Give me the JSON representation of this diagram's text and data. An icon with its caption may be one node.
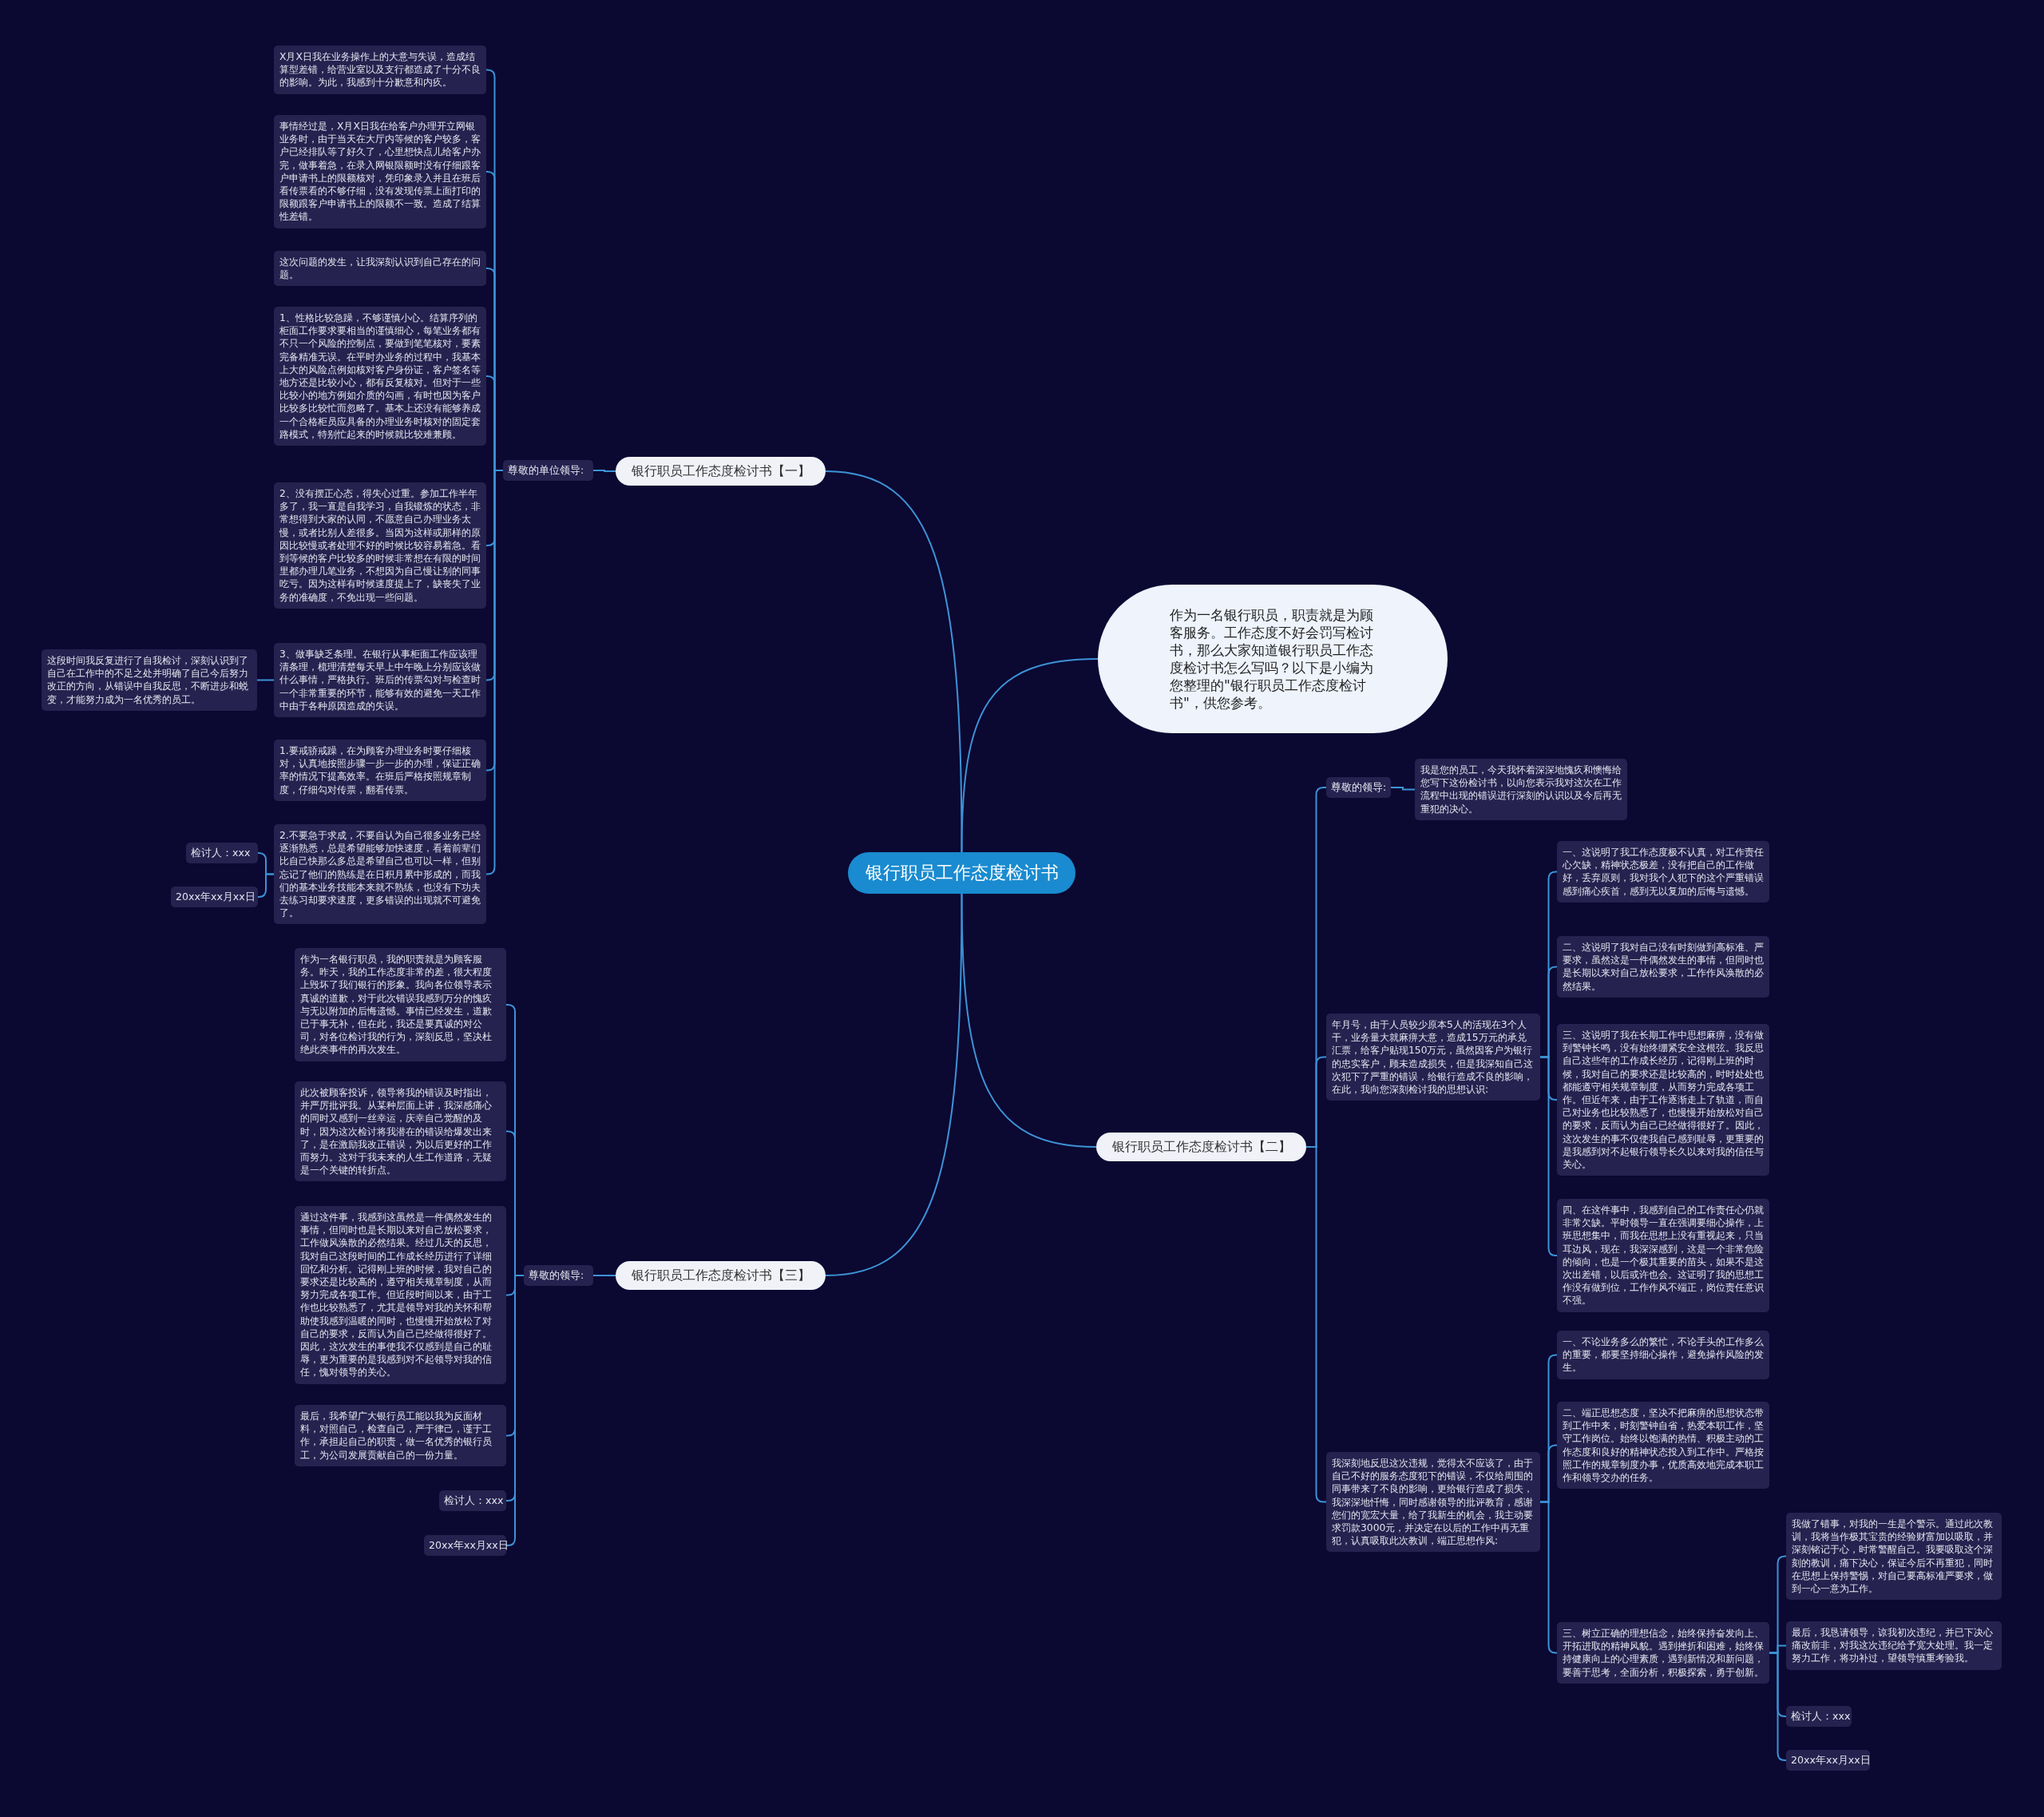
{
  "diagram": {
    "nodes": [
      {
        "text": [
          "银行职员工作态度检讨书"
        ]
      },
      {
        "text": [
          "作为一名银行职员，职责就是为顾客服务。工作态度不好会罚写检讨书，那么大家知道银行职员工作态度检讨书怎么写吗？以下是小编为您整理的\"银行职员工作态度检讨书\"，供您参考。"
        ]
      },
      {
        "text": [
          "银行职员工作态度检讨书【一】"
        ]
      },
      {
        "text": [
          "尊敬的单位领导:"
        ]
      },
      {
        "text": [
          "X月X日我在业务操作上的大意与失误，造成结算型差错，给营业室以及支行都造成了十分不良的影响。为此，我感到十分歉意和内疚。"
        ]
      },
      {
        "text": [
          "事情经过是，X月X日我在给客户办理开立网银业务时，由于当天在大厅内等候的客户较多，客户已经排队等了好久了，心里想快点儿给客户办完，做事着急，在录入网银限额时没有仔细跟客户申请书上的限额核对，凭印象录入并且在班后看传票看的不够仔细，没有发现传票上面打印的限额跟客户申请书上的限额不一致。造成了结算性差错。"
        ]
      },
      {
        "text": [
          "这次问题的发生，让我深刻认识到自己存在的问题。"
        ]
      },
      {
        "text": [
          "1、性格比较急躁，不够谨慎小心。结算序列的柜面工作要求要相当的谨慎细心，每笔业务都有不只一个风险的控制点，要做到笔笔核对，要素完备精准无误。在平时办业务的过程中，我基本上大的风险点例如核对客户身份证，客户签名等地方还是比较小心，都有反复核对。但对于一些比较小的地方例如介质的勾画，有时也因为客户比较多比较忙而忽略了。基本上还没有能够养成一个合格柜员应具备的办理业务时核对的固定套路模式，特别忙起来的时候就比较难兼顾。"
        ]
      },
      {
        "text": [
          "2、没有摆正心态，得失心过重。参加工作半年多了，我一直是自我学习，自我锻炼的状态，非常想得到大家的认同，不愿意自己办理业务太慢，或者比别人差很多。当因为这样或那样的原因比较慢或者处理不好的时候比较容易着急。看到等候的客户比较多的时候非常想在有限的时间里都办理几笔业务，不想因为自己慢让别的同事吃亏。因为这样有时候速度提上了，缺丧失了业务的准确度，不免出现一些问题。"
        ]
      },
      {
        "text": [
          "3、做事缺乏条理。在银行从事柜面工作应该理清条理，梳理清楚每天早上中午晚上分别应该做什么事情，严格执行。班后的传票勾对与检查时一个非常重要的环节，能够有效的避免一天工作中由于各种原因造成的失误。"
        ]
      },
      {
        "text": [
          "1.要戒骄戒躁，在为顾客办理业务时要仔细核对，认真地按照步骤一步一步的办理，保证正确率的情况下提高效率。在班后严格按照规章制度，仔细勾对传票，翻看传票。"
        ]
      },
      {
        "text": [
          "2.不要急于求成，不要自认为自己很多业务已经逐渐熟悉，总是希望能够加快速度，看着前辈们比自己快那么多总是希望自己也可以一样，但别忘记了他们的熟练是在日积月累中形成的，而我们的基本业务技能本来就不熟练，也没有下功夫去练习却要求速度，更多错误的出现就不可避免了。"
        ]
      },
      {
        "text": [
          "这段时间我反复进行了自我检讨，深刻认识到了自己在工作中的不足之处并明确了自己今后努力改正的方向，从错误中自我反思，不断进步和蜕变，才能努力成为一名优秀的员工。"
        ]
      },
      {
        "text": [
          "检讨人：xxx"
        ]
      },
      {
        "text": [
          "20xx年xx月xx日"
        ]
      },
      {
        "text": [
          "银行职员工作态度检讨书【二】"
        ]
      },
      {
        "text": [
          "尊敬的领导:"
        ]
      },
      {
        "text": [
          "我是您的员工，今天我怀着深深地愧疚和懊悔给您写下这份检讨书，以向您表示我对这次在工作流程中出现的错误进行深刻的认识以及今后再无重犯的决心。"
        ]
      },
      {
        "text": [
          "年月号，由于人员较少原本5人的活现在3个人干，业务量大就麻痹大意，造成15万元的承兑汇票，给客户贴现150万元，虽然因客户为银行的忠实客户，顾未造成损失，但是我深知自己这次犯下了严重的错误，给银行造成不良的影响，在此，我向您深刻检讨我的思想认识:"
        ]
      },
      {
        "text": [
          "一、这说明了我工作态度极不认真，对工作责任心欠缺，精神状态极差，没有把自己的工作做好，丢弃原则，我对我个人犯下的这个严重错误感到痛心疾首，感到无以复加的后悔与遗憾。"
        ]
      },
      {
        "text": [
          "二、这说明了我对自己没有时刻做到高标准、严要求，虽然这是一件偶然发生的事情，但同时也是长期以来对自己放松要求，工作作风涣散的必然结果。"
        ]
      },
      {
        "text": [
          "三、这说明了我在长期工作中思想麻痹，没有做到警钟长鸣，没有始终绷紧安全这根弦。我反思自己这些年的工作成长经历，记得刚上班的时候，我对自己的要求还是比较高的，时时处处也都能遵守相关规章制度，从而努力完成各项工作。但近年来，由于工作逐渐走上了轨道，而自己对业务也比较熟悉了，也慢慢开始放松对自己的要求，反而认为自己已经做得很好了。因此，这次发生的事不仅使我自己感到耻辱，更重要的是我感到对不起银行领导长久以来对我的信任与关心。"
        ]
      },
      {
        "text": [
          "四、在这件事中，我感到自己的工作责任心仍就非常欠缺。平时领导一直在强调要细心操作，上班思想集中，而我在思想上没有重视起来，只当耳边风，现在，我深深感到，这是一个非常危险的倾向，也是一个极其重要的苗头，如果不是这次出差错，以后或许也会。这证明了我的思想工作没有做到位，工作作风不端正，岗位责任意识不强。"
        ]
      },
      {
        "text": [
          "我深刻地反思这次违规，觉得太不应该了，由于自己不好的服务态度犯下的错误，不仅给周围的同事带来了不良的影响，更给银行造成了损失，我深深地忏悔，同时感谢领导的批评教育，感谢您们的宽宏大量，给了我新生的机会，我主动要求罚款3000元，并决定在以后的工作中再无重犯，认真吸取此次教训，端正思想作风:"
        ]
      },
      {
        "text": [
          "一、不论业务多么的繁忙，不论手头的工作多么的重要，都要坚持细心操作，避免操作风险的发生。"
        ]
      },
      {
        "text": [
          "二、端正思想态度，坚决不把麻痹的思想状态带到工作中来，时刻警钟自省，热爱本职工作，坚守工作岗位。始终以饱满的热情、积极主动的工作态度和良好的精神状态投入到工作中。严格按照工作的规章制度办事，优质高效地完成本职工作和领导交办的任务。"
        ]
      },
      {
        "text": [
          "三、树立正确的理想信念，始终保持奋发向上、开拓进取的精神风貌。遇到挫折和困难，始终保持健康向上的心理素质，遇到新情况和新问题，要善于思考，全面分析，积极探索，勇于创新。"
        ]
      },
      {
        "text": [
          "我做了错事，对我的一生是个警示。通过此次教训，我将当作极其宝贵的经验财富加以吸取，并深刻铭记于心，时常警醒自己。我要吸取这个深刻的教训，痛下决心，保证今后不再重犯，同时在思想上保持警惕，对自己要高标准严要求，做到一心一意为工作。"
        ]
      },
      {
        "text": [
          "最后，我恳请领导，谅我初次违纪，并已下决心痛改前非，对我这次违纪给予宽大处理。我一定努力工作，将功补过，望领导慎重考验我。"
        ]
      },
      {
        "text": [
          "检讨人：xxx"
        ]
      },
      {
        "text": [
          "20xx年xx月xx日"
        ]
      },
      {
        "text": [
          "银行职员工作态度检讨书【三】"
        ]
      },
      {
        "text": [
          "尊敬的领导:"
        ]
      },
      {
        "text": [
          "作为一名银行职员，我的职责就是为顾客服务。昨天，我的工作态度非常的差，很大程度上毁坏了我们银行的形象。我向各位领导表示真诚的道歉，对于此次错误我感到万分的愧疚与无以附加的后悔遗憾。事情已经发生，道歉已于事无补，但在此，我还是要真诚的对公司，对各位检讨我的行为，深刻反思，坚决杜绝此类事件的再次发生。"
        ]
      },
      {
        "text": [
          "此次被顾客投诉，领导将我的错误及时指出，并严厉批评我。从某种层面上讲，我深感痛心的同时又感到一丝幸运，庆幸自己觉醒的及时，因为这次检讨将我潜在的错误给爆发出来了，是在激励我改正错误，为以后更好的工作而努力。这对于我未来的人生工作道路，无疑是一个关键的转折点。"
        ]
      },
      {
        "text": [
          "通过这件事，我感到这虽然是一件偶然发生的事情，但同时也是长期以来对自己放松要求，工作做风涣散的必然结果。经过几天的反思，我对自己这段时间的工作成长经历进行了详细回忆和分析。记得刚上班的时候，我对自己的要求还是比较高的，遵守相关规章制度，从而努力完成各项工作。但近段时间以来，由于工作也比较熟悉了，尤其是领导对我的关怀和帮助使我感到温暖的同时，也慢慢开始放松了对自己的要求，反而认为自己已经做得很好了。因此，这次发生的事使我不仅感到是自己的耻辱，更为重要的是我感到对不起领导对我的信任，愧对领导的关心。"
        ]
      },
      {
        "text": [
          "最后，我希望广大银行员工能以我为反面材料，对照自己，检查自己，严于律己，谨于工作，承担起自己的职责，做一名优秀的银行员工，为公司发展贡献自己的一份力量。"
        ]
      },
      {
        "text": [
          "检讨人：xxx"
        ]
      },
      {
        "text": [
          "20xx年xx月xx日"
        ]
      }
    ],
    "edges": [
      {
        "from": 0,
        "to": 1,
        "arrow": "none"
      },
      {
        "from": 0,
        "to": 2,
        "arrow": "none"
      },
      {
        "from": 0,
        "to": 15,
        "arrow": "none"
      },
      {
        "from": 0,
        "to": 31,
        "arrow": "none"
      },
      {
        "from": 2,
        "to": 3,
        "arrow": "none"
      },
      {
        "from": 3,
        "to": 4,
        "arrow": "none"
      },
      {
        "from": 3,
        "to": 5,
        "arrow": "none"
      },
      {
        "from": 3,
        "to": 6,
        "arrow": "none"
      },
      {
        "from": 3,
        "to": 7,
        "arrow": "none"
      },
      {
        "from": 3,
        "to": 8,
        "arrow": "none"
      },
      {
        "from": 3,
        "to": 9,
        "arrow": "none"
      },
      {
        "from": 3,
        "to": 10,
        "arrow": "none"
      },
      {
        "from": 3,
        "to": 11,
        "arrow": "none"
      },
      {
        "from": 9,
        "to": 12,
        "arrow": "none"
      },
      {
        "from": 11,
        "to": 13,
        "arrow": "none"
      },
      {
        "from": 11,
        "to": 14,
        "arrow": "none"
      },
      {
        "from": 15,
        "to": 16,
        "arrow": "none"
      },
      {
        "from": 16,
        "to": 17,
        "arrow": "none"
      },
      {
        "from": 15,
        "to": 18,
        "arrow": "none"
      },
      {
        "from": 18,
        "to": 19,
        "arrow": "none"
      },
      {
        "from": 18,
        "to": 20,
        "arrow": "none"
      },
      {
        "from": 18,
        "to": 21,
        "arrow": "none"
      },
      {
        "from": 18,
        "to": 22,
        "arrow": "none"
      },
      {
        "from": 15,
        "to": 23,
        "arrow": "none"
      },
      {
        "from": 23,
        "to": 24,
        "arrow": "none"
      },
      {
        "from": 23,
        "to": 25,
        "arrow": "none"
      },
      {
        "from": 23,
        "to": 26,
        "arrow": "none"
      },
      {
        "from": 26,
        "to": 27,
        "arrow": "none"
      },
      {
        "from": 26,
        "to": 28,
        "arrow": "none"
      },
      {
        "from": 26,
        "to": 29,
        "arrow": "none"
      },
      {
        "from": 26,
        "to": 30,
        "arrow": "none"
      },
      {
        "from": 31,
        "to": 32,
        "arrow": "none"
      },
      {
        "from": 32,
        "to": 33,
        "arrow": "none"
      },
      {
        "from": 32,
        "to": 34,
        "arrow": "none"
      },
      {
        "from": 32,
        "to": 35,
        "arrow": "none"
      },
      {
        "from": 32,
        "to": 36,
        "arrow": "none"
      },
      {
        "from": 32,
        "to": 37,
        "arrow": "none"
      },
      {
        "from": 32,
        "to": 38,
        "arrow": "none"
      }
    ]
  }
}
